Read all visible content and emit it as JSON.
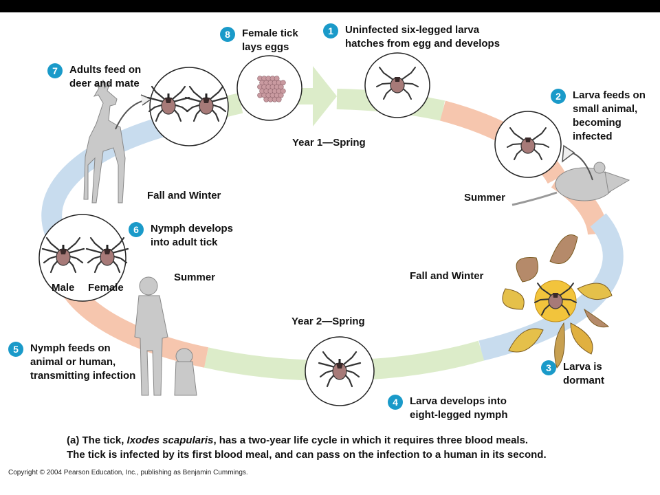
{
  "seasons": {
    "year1_spring": "Year 1—Spring",
    "summer_right": "Summer",
    "fall_winter_right": "Fall and Winter",
    "year2_spring": "Year 2—Spring",
    "summer_left": "Summer",
    "fall_winter_left": "Fall and Winter"
  },
  "steps": [
    {
      "num": "1",
      "lines": [
        "Uninfected six-legged larva",
        "hatches from egg and develops"
      ]
    },
    {
      "num": "2",
      "lines": [
        "Larva feeds on",
        "small animal,",
        "becoming",
        "infected"
      ]
    },
    {
      "num": "3",
      "lines": [
        "Larva is",
        "dormant"
      ]
    },
    {
      "num": "4",
      "lines": [
        "Larva develops into",
        "eight-legged nymph"
      ]
    },
    {
      "num": "5",
      "lines": [
        "Nymph feeds on",
        "animal or human,",
        "transmitting infection"
      ]
    },
    {
      "num": "6",
      "lines": [
        "Nymph develops",
        "into adult tick"
      ]
    },
    {
      "num": "7",
      "lines": [
        "Adults feed on",
        "deer and mate"
      ]
    },
    {
      "num": "8",
      "lines": [
        "Female tick",
        "lays eggs"
      ]
    }
  ],
  "adult_labels": {
    "male": "Male",
    "female": "Female"
  },
  "caption": {
    "prefix": "(a)",
    "line1_before": " The tick, ",
    "species": "Ixodes scapularis",
    "line1_after": ", has a two-year life cycle in which it requires three blood meals.",
    "line2": "The tick is infected by its first blood meal, and can pass on the infection to a human in its second."
  },
  "copyright": "Copyright © 2004 Pearson Education, Inc., publishing as Benjamin Cummings.",
  "colors": {
    "green": "#dcecc9",
    "salmon": "#f6c6ae",
    "blue": "#c8dcee",
    "badge": "#1a9ac9",
    "tick_body": "#a77a78"
  }
}
